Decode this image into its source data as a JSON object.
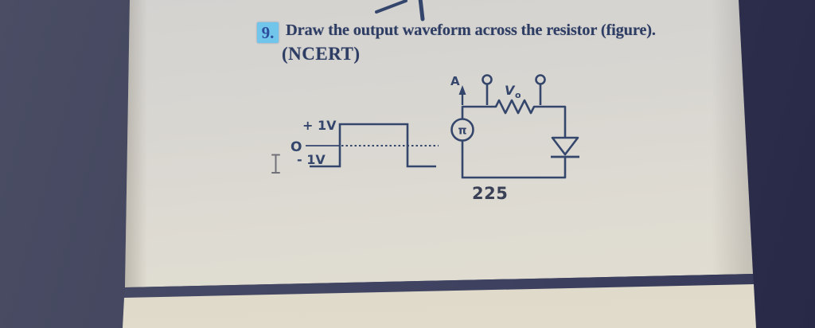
{
  "question": {
    "number": "9.",
    "text": "Draw the output waveform across the resistor (figure).",
    "source": "(NCERT)"
  },
  "figure": {
    "waveform": {
      "plus_label": "+ 1V",
      "zero_label": "O",
      "minus_label": "- 1V"
    },
    "circuit": {
      "node_a": "A",
      "source_glyph": "π",
      "vout_main": "V",
      "vout_sub": "o"
    }
  },
  "page_number": "225",
  "colors": {
    "ink": "#35466c",
    "question_highlight": "#72c5ea",
    "page_background": "#dcd9cf",
    "surround_left": "#43465e",
    "surround_right": "#2b2d4a"
  }
}
